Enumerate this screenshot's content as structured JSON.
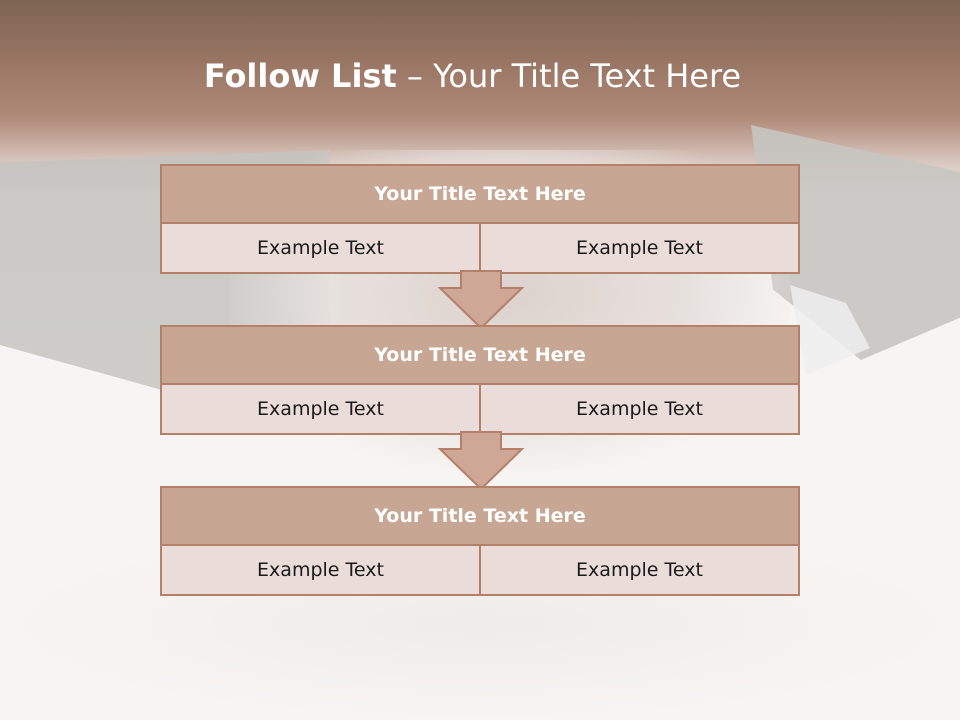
{
  "slide": {
    "title_bold": "Follow List",
    "title_rest": " – Your Title Text Here"
  },
  "steps": [
    {
      "title": "Your Title Text Here",
      "left": "Example Text",
      "right": "Example Text"
    },
    {
      "title": "Your Title Text Here",
      "left": "Example Text",
      "right": "Example Text"
    },
    {
      "title": "Your Title Text Here",
      "left": "Example Text",
      "right": "Example Text"
    }
  ],
  "colors": {
    "header_fill": "#c8a694",
    "body_fill": "#eaddd9",
    "border": "#b58069",
    "arrow_fill": "#cfa796"
  }
}
